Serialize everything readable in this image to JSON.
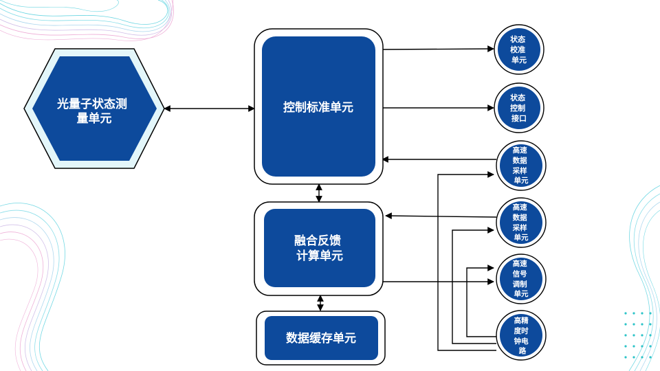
{
  "nodes": {
    "measurement": [
      "光量子状态测",
      "量单元"
    ],
    "control": [
      "控制标准单元"
    ],
    "fusion": [
      "融合反馈",
      "计算单元"
    ],
    "cache": [
      "数据缓存单元"
    ],
    "state_calibration": [
      "状态",
      "校准",
      "单元"
    ],
    "state_interface": [
      "状态",
      "控制",
      "接口"
    ],
    "sampling_1": [
      "高速",
      "数据",
      "采样",
      "单元"
    ],
    "sampling_2": [
      "高速",
      "数据",
      "采样",
      "单元"
    ],
    "signal_modulation": [
      "高速",
      "信号",
      "调制",
      "单元"
    ],
    "clock_circuit": [
      "高精",
      "度时",
      "钟电",
      "路"
    ]
  },
  "colors": {
    "node_fill": "#0d4a9c",
    "node_border": "#000000",
    "hexagon_rim": "#e3f6fa",
    "deco_cyan": "#38c8d8",
    "deco_pink": "#e890c8",
    "deco_teal_dots": "#2cc4c8"
  }
}
